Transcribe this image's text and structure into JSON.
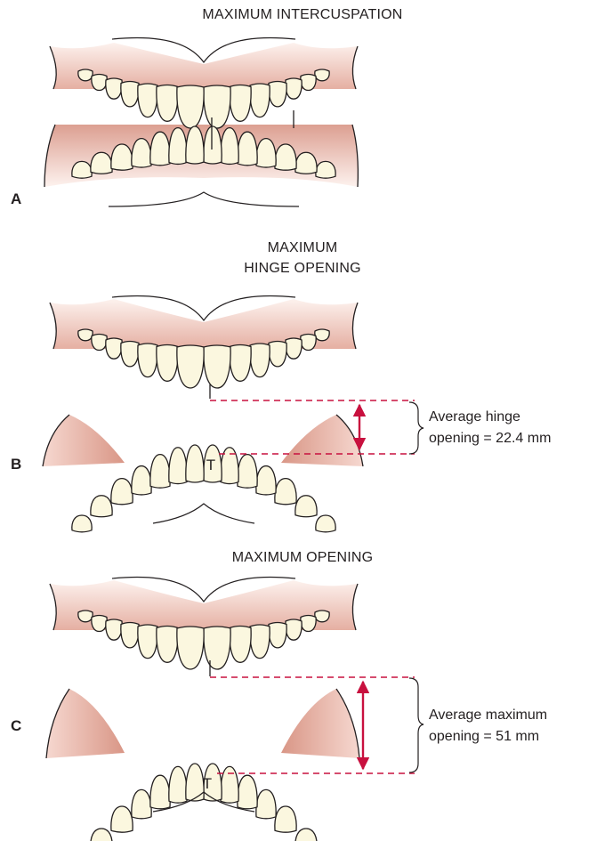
{
  "panels": [
    {
      "letter": "A",
      "title": "MAXIMUM INTERCUSPATION"
    },
    {
      "letter": "B",
      "title_line1": "MAXIMUM",
      "title_line2": "HINGE OPENING",
      "measurement_label_line1": "Average hinge",
      "measurement_label_line2": "opening = 22.4 mm",
      "opening_mm": 22.4
    },
    {
      "letter": "C",
      "title": "MAXIMUM OPENING",
      "measurement_label_line1": "Average maximum",
      "measurement_label_line2": "opening = 51 mm",
      "opening_mm": 51
    }
  ],
  "tooth_mark": "T",
  "colors": {
    "gum": "#e8b9ad",
    "gum_deep": "#d99d8f",
    "tooth": "#fbf7df",
    "outline": "#231f20",
    "measure": "#c8103e"
  }
}
